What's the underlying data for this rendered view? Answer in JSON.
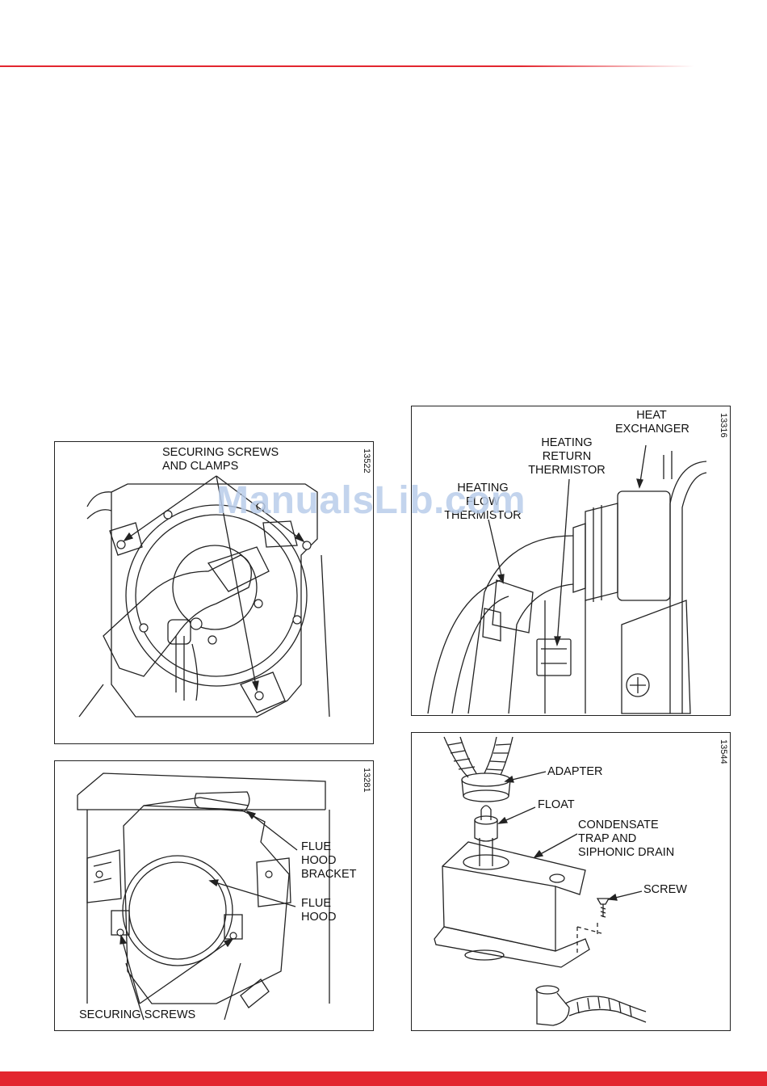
{
  "watermark": "ManualsLib.com",
  "colors": {
    "brand_red": "#e3262f",
    "watermark": "#b9cdea"
  },
  "figures": {
    "burner": {
      "number": "13522",
      "labels": {
        "securing_screws_clamps": "SECURING SCREWS\nAND CLAMPS"
      }
    },
    "flue_hood": {
      "number": "13281",
      "labels": {
        "flue_hood_bracket": "FLUE\nHOOD\nBRACKET",
        "flue_hood": "FLUE\nHOOD",
        "securing_screws": "SECURING SCREWS"
      }
    },
    "thermistors": {
      "number": "13316",
      "labels": {
        "heat_exchanger": "HEAT\nEXCHANGER",
        "heating_return_thermistor": "HEATING\nRETURN\nTHERMISTOR",
        "heating_flow_thermistor": "HEATING\nFLOW\nTHERMISTOR"
      }
    },
    "condensate": {
      "number": "13544",
      "labels": {
        "adapter": "ADAPTER",
        "float": "FLOAT",
        "condensate_trap": "CONDENSATE\nTRAP AND\nSIPHONIC DRAIN",
        "screw": "SCREW"
      }
    }
  }
}
